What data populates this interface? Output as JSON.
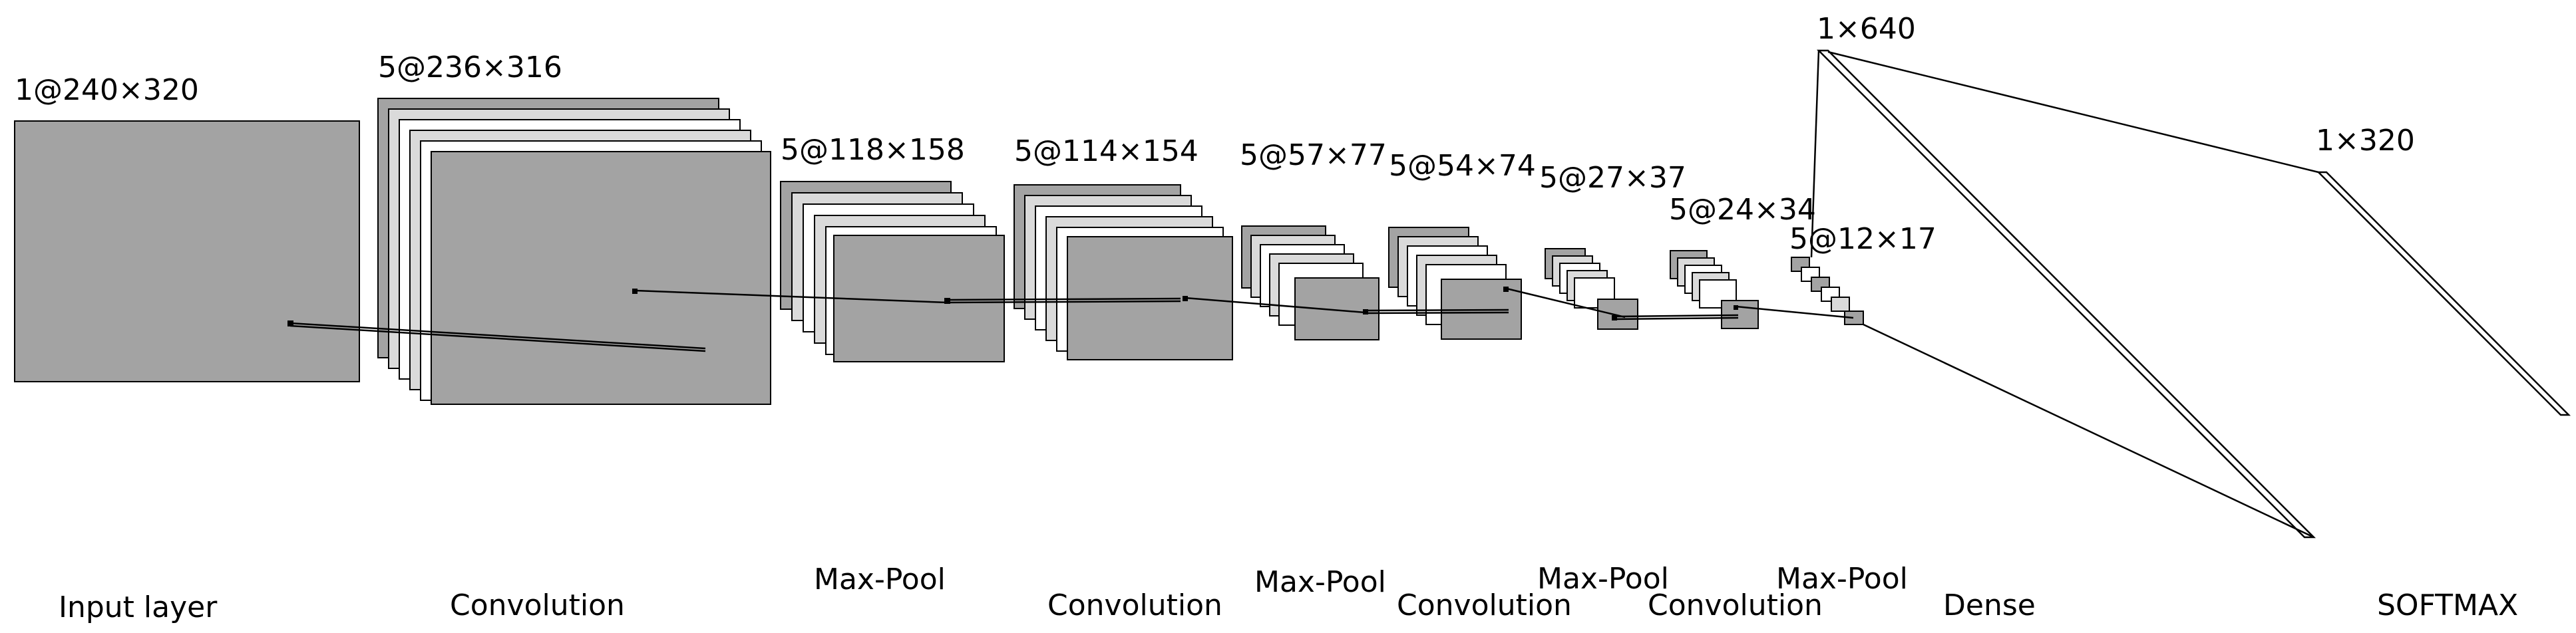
{
  "dimension_labels": {
    "input": "1@240×320",
    "conv1": "5@236×316",
    "pool1": "5@118×158",
    "conv2": "5@114×154",
    "pool2": "5@57×77",
    "conv3": "5@54×74",
    "pool3": "5@27×37",
    "conv4": "5@24×34",
    "pool4": "5@12×17",
    "dense": "1×640",
    "softmax": "1×320"
  },
  "layer_labels": {
    "input": "Input layer",
    "conv1": "Convolution",
    "pool1": "Max-Pool",
    "conv2": "Convolution",
    "pool2": "Max-Pool",
    "conv3": "Convolution",
    "pool3": "Max-Pool",
    "conv4": "Convolution",
    "pool4": "Max-Pool",
    "dense": "Dense",
    "softmax": "SOFTMAX"
  }
}
